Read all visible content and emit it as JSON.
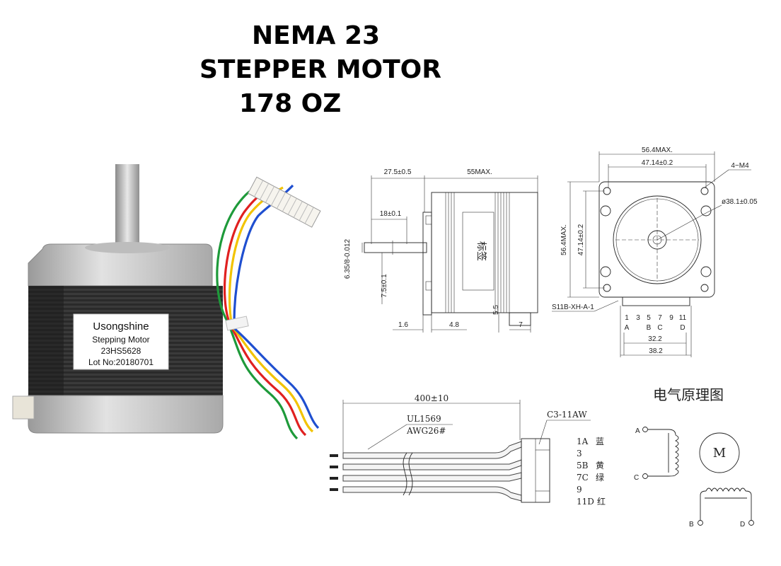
{
  "title": {
    "line1": "NEMA 23",
    "line2": "STEPPER MOTOR",
    "line3": "178 OZ"
  },
  "label": {
    "brand": "Usongshine",
    "type": "Stepping Motor",
    "model": "23HS5628",
    "lot": "Lot No:20180701"
  },
  "side_view": {
    "d_27_5": "27.5±0.5",
    "d_55": "55MAX.",
    "d_18": "18±0.1",
    "d_shaft": "6.35/8-0.012",
    "d_7_5": "7.5±0.1",
    "d_1_6": "1.6",
    "d_4_8": "4.8",
    "d_5_5": "5.5",
    "d_7": "7",
    "mark": "标签"
  },
  "front_view": {
    "d_56_4_h": "56.4MAX.",
    "d_47_14_h": "47.14±0.2",
    "d_4m4": "4−M4",
    "d_38_1": "ø38.1±0.05",
    "d_56_4_v": "56.4MAX.",
    "d_47_14_v": "47.14±0.2",
    "connector": "S11B-XH-A-1",
    "pins": [
      "1",
      "3",
      "5",
      "7",
      "9",
      "11"
    ],
    "pin_letters": [
      "A",
      "B",
      "C",
      "D"
    ],
    "d_32_2": "32.2",
    "d_38_2": "38.2"
  },
  "cable": {
    "length": "400±10",
    "wire1": "UL1569",
    "wire2": "AWG26#",
    "plug": "C3-11AW",
    "pinout": [
      {
        "pin": "1A",
        "color": "蓝"
      },
      {
        "pin": "3",
        "color": ""
      },
      {
        "pin": "5B",
        "color": "黄"
      },
      {
        "pin": "7C",
        "color": "绿"
      },
      {
        "pin": "9",
        "color": ""
      },
      {
        "pin": "11D",
        "color": "红"
      }
    ]
  },
  "schematic": {
    "title": "电气原理图",
    "motor": "M",
    "a": "A",
    "b": "B",
    "c": "C",
    "d": "D"
  },
  "colors": {
    "wire_blue": "#1f4fd0",
    "wire_yellow": "#f2c300",
    "wire_green": "#1e9a3a",
    "wire_red": "#e02020",
    "motor_body": "#2b2b2b",
    "motor_cap": "#c9c9c9"
  }
}
